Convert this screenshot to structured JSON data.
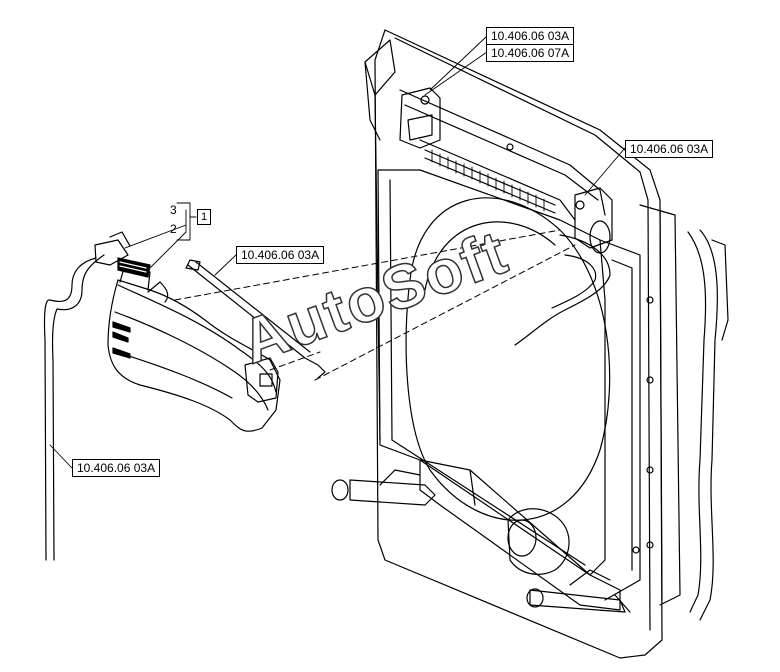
{
  "references": {
    "ref_top_1": "10.406.06 03A",
    "ref_top_2": "10.406.06 07A",
    "ref_right": "10.406.06 03A",
    "ref_middle": "10.406.06 03A",
    "ref_bottom_left": "10.406.06 03A"
  },
  "callouts": {
    "item_1": "1",
    "item_2": "2",
    "item_3": "3"
  },
  "watermark": "AutoSoft"
}
